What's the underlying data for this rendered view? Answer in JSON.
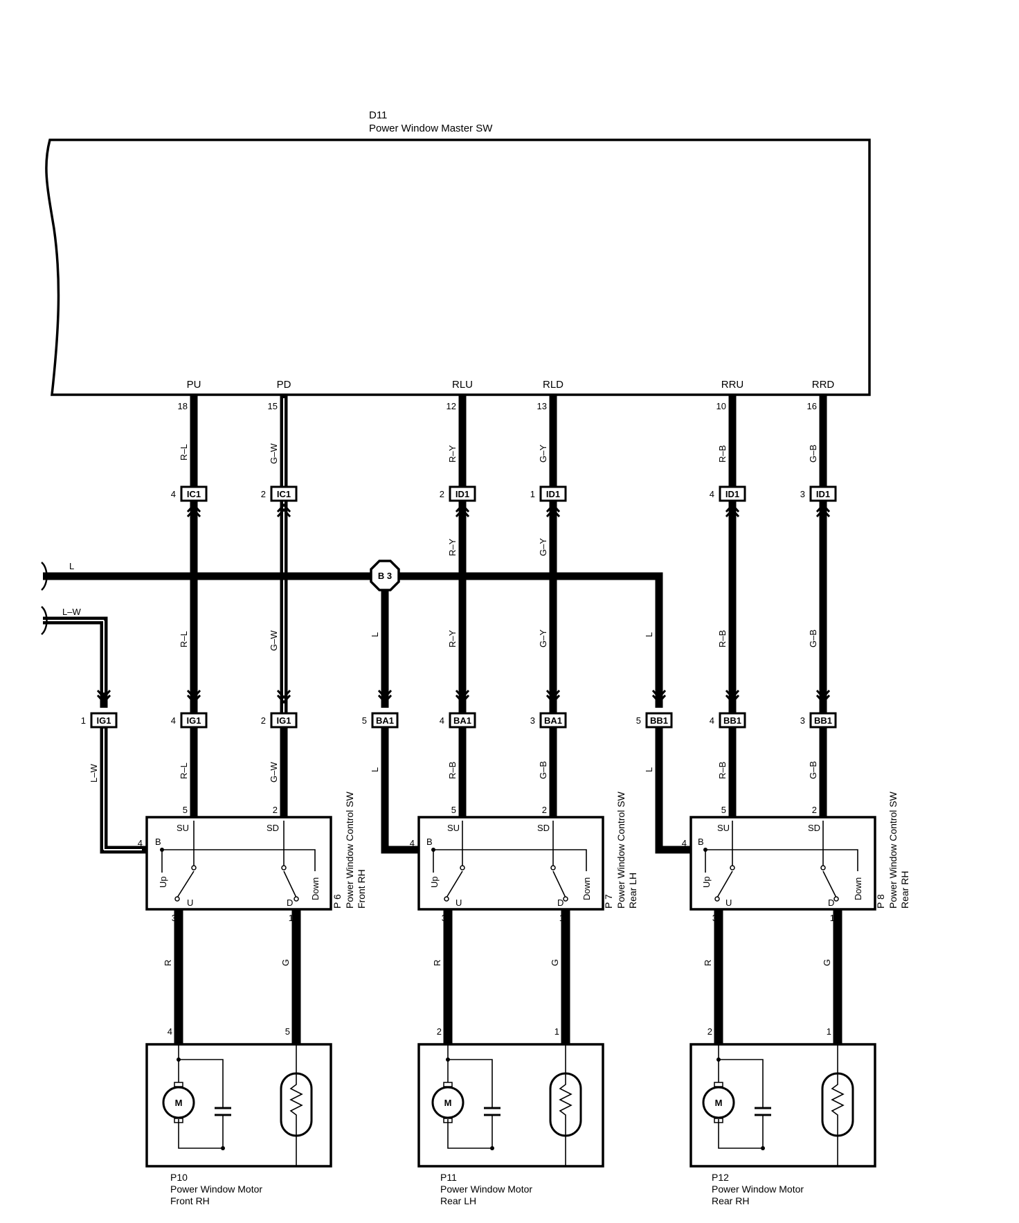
{
  "master": {
    "id": "D11",
    "name": "Power Window Master SW",
    "terminals": [
      {
        "label": "PU",
        "pin": "18"
      },
      {
        "label": "PD",
        "pin": "15"
      },
      {
        "label": "RLU",
        "pin": "12"
      },
      {
        "label": "RLD",
        "pin": "13"
      },
      {
        "label": "RRU",
        "pin": "10"
      },
      {
        "label": "RRD",
        "pin": "16"
      }
    ]
  },
  "upper_connectors": [
    {
      "pin": "4",
      "name": "IC1"
    },
    {
      "pin": "2",
      "name": "IC1"
    },
    {
      "pin": "2",
      "name": "ID1"
    },
    {
      "pin": "1",
      "name": "ID1"
    },
    {
      "pin": "4",
      "name": "ID1"
    },
    {
      "pin": "3",
      "name": "ID1"
    }
  ],
  "lower_connectors": [
    {
      "pin": "1",
      "name": "IG1"
    },
    {
      "pin": "4",
      "name": "IG1"
    },
    {
      "pin": "2",
      "name": "IG1"
    },
    {
      "pin": "5",
      "name": "BA1"
    },
    {
      "pin": "4",
      "name": "BA1"
    },
    {
      "pin": "3",
      "name": "BA1"
    },
    {
      "pin": "5",
      "name": "BB1"
    },
    {
      "pin": "4",
      "name": "BB1"
    },
    {
      "pin": "3",
      "name": "BB1"
    }
  ],
  "wire_colors": {
    "top": [
      "R–L",
      "G–W",
      "R–Y",
      "G–Y",
      "R–B",
      "G–B"
    ],
    "below_upper": [
      "R–Y",
      "G–Y"
    ],
    "middle": [
      "R–L",
      "G–W",
      "L",
      "R–Y",
      "G–Y",
      "L",
      "R–B",
      "G–B"
    ],
    "lower": [
      "L–W",
      "R–L",
      "G–W",
      "L",
      "R–B",
      "G–B",
      "L",
      "R–B",
      "G–B"
    ],
    "motor": [
      "R",
      "G"
    ],
    "feed_main": "L",
    "feed_aux": "L–W"
  },
  "junction": "B 3",
  "switches": [
    {
      "id": "P 6",
      "name": "Power Window Control SW",
      "sub": "Front RH",
      "su_pin": "5",
      "sd_pin": "2",
      "b_pin": "4",
      "u_pin": "3",
      "d_pin": "1"
    },
    {
      "id": "P 7",
      "name": "Power Window Control SW",
      "sub": "Rear LH",
      "su_pin": "5",
      "sd_pin": "2",
      "b_pin": "4",
      "u_pin": "3",
      "d_pin": "1"
    },
    {
      "id": "P 8",
      "name": "Power Window Control SW",
      "sub": "Rear RH",
      "su_pin": "5",
      "sd_pin": "2",
      "b_pin": "4",
      "u_pin": "3",
      "d_pin": "1"
    }
  ],
  "switch_terms": {
    "su": "SU",
    "sd": "SD",
    "b": "B",
    "u": "U",
    "d": "D",
    "up": "Up",
    "down": "Down"
  },
  "motors": [
    {
      "id": "P10",
      "name": "Power Window Motor",
      "sub": "Front RH",
      "pin_left": "4",
      "pin_right": "5"
    },
    {
      "id": "P11",
      "name": "Power Window Motor",
      "sub": "Rear LH",
      "pin_left": "2",
      "pin_right": "1"
    },
    {
      "id": "P12",
      "name": "Power Window Motor",
      "sub": "Rear RH",
      "pin_left": "2",
      "pin_right": "1"
    }
  ],
  "motor_symbol": "M"
}
